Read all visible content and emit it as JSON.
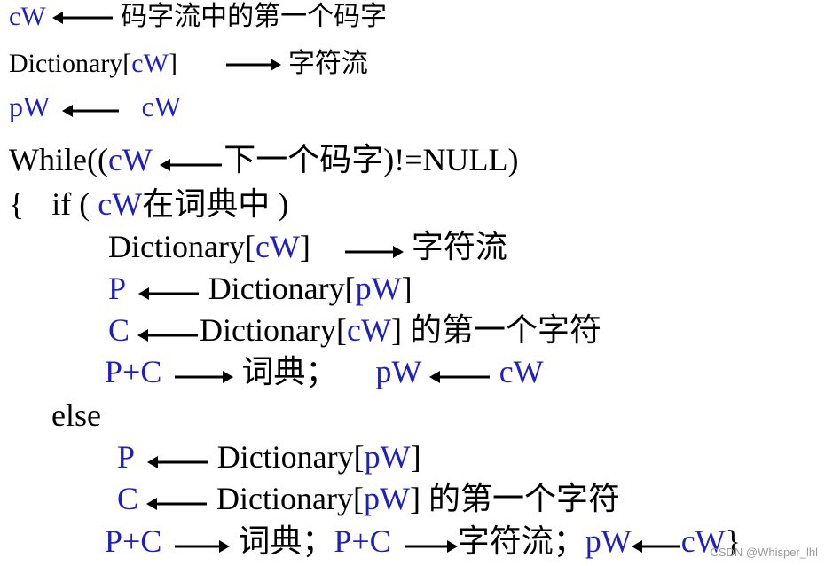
{
  "colors": {
    "blue": "#1f1fbf",
    "black": "#000000"
  },
  "t": {
    "cW": "cW",
    "pW": "pW",
    "P": "P",
    "C": "C",
    "PC": "P+C",
    "dictionary": "Dictionary",
    "lb": "[",
    "rb": "]",
    "first_code_in_stream": "码字流中的第一个码字",
    "char_stream": "字符流",
    "while_open": "While((",
    "next_code": "下一个码字",
    "while_close": ")!=NULL)",
    "brace_open": "{",
    "if_open": "if (",
    "in_dict": "在词典中",
    "if_close": ")",
    "first_char": "的第一个字符",
    "dict_semicolon": "词典；",
    "char_stream_semicolon": "字符流；",
    "else": "else",
    "brace_close": "}"
  },
  "watermark": "CSDN @Whisper_lhl"
}
